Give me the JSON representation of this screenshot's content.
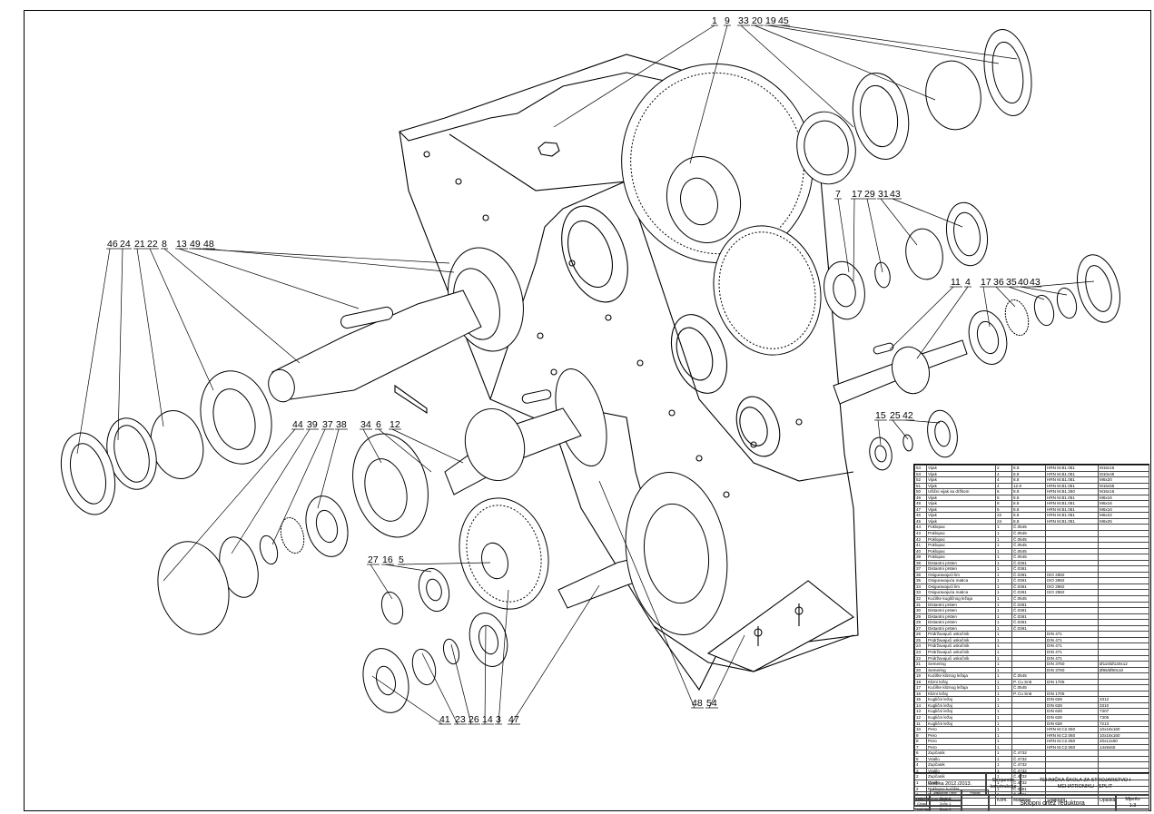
{
  "callouts": {
    "top_group": [
      "1",
      "9",
      "33",
      "20",
      "19",
      "45"
    ],
    "shaft_group_right": [
      "7",
      "17",
      "29",
      "31",
      "43"
    ],
    "pinion_group": [
      "11",
      "4",
      "17",
      "36",
      "35",
      "40",
      "43"
    ],
    "small_bearing_group": [
      "15",
      "25",
      "42"
    ],
    "output_group": [
      "46",
      "24",
      "21",
      "22",
      "8",
      "13",
      "49",
      "48"
    ],
    "middle_group": [
      "44",
      "39",
      "37",
      "38",
      "34",
      "6",
      "12"
    ],
    "lower_left_group": [
      "27",
      "16",
      "5"
    ],
    "bottom_group": [
      "41",
      "23",
      "26",
      "14",
      "3",
      "47"
    ],
    "base_group": [
      "48",
      "54"
    ]
  },
  "bom": {
    "rows": [
      [
        "54",
        "Vijak",
        "2",
        "8.8",
        "HRN M.B1.051",
        "M16x16"
      ],
      [
        "53",
        "Vijak",
        "4",
        "8.8",
        "HRN M.B1.051",
        "M10x45"
      ],
      [
        "52",
        "Vijak",
        "4",
        "8.8",
        "HRN M.B1.051",
        "M6x20"
      ],
      [
        "51",
        "Vijak",
        "4",
        "12.9",
        "HRN M.B1.051",
        "M16x55"
      ],
      [
        "50",
        "Ušični vijak sa držkom",
        "6",
        "8.8",
        "HRN M.B1.250",
        "M16x16"
      ],
      [
        "49",
        "Vijak",
        "6",
        "8.8",
        "HRN M.B1.051",
        "M6x16"
      ],
      [
        "48",
        "Vijak",
        "8",
        "8.8",
        "HRN M.B1.051",
        "M6x16"
      ],
      [
        "47",
        "Vijak",
        "6",
        "8.8",
        "HRN M.B1.051",
        "M6x16"
      ],
      [
        "46",
        "Vijak",
        "22",
        "8.8",
        "HRN M.B1.051",
        "M6x22"
      ],
      [
        "45",
        "Vijak",
        "24",
        "8.8",
        "HRN M.B1.051",
        "M6x25"
      ],
      [
        "44",
        "Poklopac",
        "1",
        "Č.0545",
        "",
        ""
      ],
      [
        "43",
        "Poklopac",
        "1",
        "Č.0545",
        "",
        ""
      ],
      [
        "42",
        "Poklopac",
        "1",
        "Č.0545",
        "",
        ""
      ],
      [
        "41",
        "Poklopac",
        "1",
        "Č.0545",
        "",
        ""
      ],
      [
        "40",
        "Poklopac",
        "1",
        "Č.0545",
        "",
        ""
      ],
      [
        "39",
        "Poklopac",
        "1",
        "Č.0545",
        "",
        ""
      ],
      [
        "38",
        "Distantni prsten",
        "1",
        "Č.0361",
        "",
        ""
      ],
      [
        "37",
        "Distantni prsten",
        "1",
        "Č.0361",
        "",
        ""
      ],
      [
        "36",
        "Osiguravajući lim",
        "1",
        "Č.0361",
        "ISO 2982",
        ""
      ],
      [
        "35",
        "Osiguravajuća matica",
        "1",
        "Č.0361",
        "ISO 2982",
        ""
      ],
      [
        "34",
        "Osiguravajući lim",
        "1",
        "Č.0361",
        "ISO 2982",
        ""
      ],
      [
        "33",
        "Osiguravajuća matica",
        "1",
        "Č.0361",
        "ISO 2982",
        ""
      ],
      [
        "32",
        "Kućište kugličnog ležaja",
        "1",
        "Č.0545",
        "",
        ""
      ],
      [
        "31",
        "Distantni prsten",
        "1",
        "Č.0361",
        "",
        ""
      ],
      [
        "30",
        "Distantni prsten",
        "1",
        "Č.0361",
        "",
        ""
      ],
      [
        "29",
        "Distantni prsten",
        "1",
        "Č.0361",
        "",
        ""
      ],
      [
        "28",
        "Distantni prsten",
        "1",
        "Č.0361",
        "",
        ""
      ],
      [
        "27",
        "Distantni prsten",
        "1",
        "Č.0361",
        "",
        ""
      ],
      [
        "26",
        "Pridržavajući uskočnik",
        "1",
        "",
        "DIN 471",
        ""
      ],
      [
        "25",
        "Pridržavajući uskočnik",
        "1",
        "",
        "DIN 471",
        ""
      ],
      [
        "24",
        "Pridržavajući uskočnik",
        "1",
        "",
        "DIN 471",
        ""
      ],
      [
        "23",
        "Pridržavajući uskočnik",
        "1",
        "",
        "DIN 471",
        ""
      ],
      [
        "22",
        "Pridržavajući uskočnik",
        "1",
        "",
        "DIN 471",
        ""
      ],
      [
        "21",
        "Semering",
        "1",
        "",
        "DIN 3760",
        "Ø110/Ø130x12"
      ],
      [
        "20",
        "Semering",
        "1",
        "",
        "DIN 3760",
        "Ø65/Ø90x10"
      ],
      [
        "19",
        "Kućište kliznog ležaja",
        "1",
        "Č.0545",
        "",
        ""
      ],
      [
        "18",
        "Klizni ležaj",
        "1",
        "P. Cu Sn6",
        "DIN 1705",
        ""
      ],
      [
        "17",
        "Kućište kliznog ležaja",
        "1",
        "Č.0545",
        "",
        ""
      ],
      [
        "16",
        "Klizni ležaj",
        "1",
        "P. Cu Sn6",
        "DIN 1705",
        ""
      ],
      [
        "15",
        "Kuglični ležaj",
        "1",
        "",
        "DIN 628",
        "3312"
      ],
      [
        "14",
        "Kuglični ležaj",
        "1",
        "",
        "DIN 628",
        "3310"
      ],
      [
        "13",
        "Kuglični ležaj",
        "1",
        "",
        "DIN 628",
        "7307"
      ],
      [
        "12",
        "Kuglični ležaj",
        "1",
        "",
        "DIN 628",
        "7305"
      ],
      [
        "11",
        "Kuglični ležaj",
        "1",
        "",
        "DIN 628",
        "7213"
      ],
      [
        "10",
        "Pero",
        "1",
        "",
        "HRN M.C2.060",
        "10x18x160"
      ],
      [
        "9",
        "Pero",
        "1",
        "",
        "HRN M.C2.060",
        "10x18x160"
      ],
      [
        "8",
        "Pero",
        "1",
        "",
        "HRN M.C2.060",
        "20x12x60"
      ],
      [
        "7",
        "Pero",
        "1",
        "",
        "HRN M.C2.060",
        "14x9x55"
      ],
      [
        "6",
        "Zupčanik",
        "1",
        "Č.4732",
        "",
        ""
      ],
      [
        "5",
        "Vratilo",
        "1",
        "Č.4732",
        "",
        ""
      ],
      [
        "4",
        "Zupčanik",
        "1",
        "Č.4732",
        "",
        ""
      ],
      [
        "3",
        "Vratilo",
        "1",
        "Č.4732",
        "",
        ""
      ],
      [
        "2",
        "Zupčanik",
        "1",
        "Č.4732",
        "",
        ""
      ],
      [
        "1",
        "Vratilo",
        "1",
        "Č.4732",
        "",
        ""
      ],
      [
        "2",
        "Poklopac kućišta",
        "1",
        "Č.0361",
        "",
        ""
      ],
      [
        "1",
        "Kućište",
        "1",
        "Č.0361",
        "",
        ""
      ]
    ],
    "header": [
      "Poz.",
      "Naziv dijela",
      "Kom.",
      "Materijal",
      "Standard",
      "Opaska"
    ]
  },
  "title_block": {
    "year": "Godina 2012./2013.",
    "subject": "Strojarske konstrukcije",
    "school": "TEHNIČKA ŠKOLA ZA STROJARSTVO I MEHATRONIKU - SPLIT",
    "drawing_title": "Sklopni crtež reduktora",
    "scale_label": "Mjerilo",
    "scale": "1:3",
    "roles": [
      "Konstruirao",
      "Crtao",
      "Pregledao"
    ],
    "names": [
      "Zorić J.",
      "Zorić J.",
      "Zorić J."
    ],
    "col_headers": [
      "Prezime i ime",
      "Potpis"
    ]
  }
}
